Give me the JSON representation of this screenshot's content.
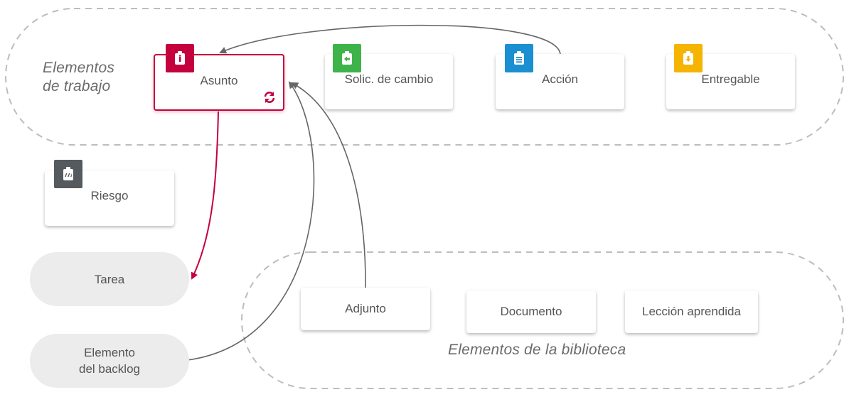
{
  "groups": {
    "work_items_label": "Elementos\nde trabajo",
    "library_label": "Elementos de la biblioteca"
  },
  "work_items": [
    {
      "label": "Asunto",
      "icon": "issue-icon",
      "color": "#c4003d",
      "selected": true
    },
    {
      "label": "Solic. de cambio",
      "icon": "change-request-icon",
      "color": "#3db34a"
    },
    {
      "label": "Acción",
      "icon": "action-icon",
      "color": "#1a8fd1"
    },
    {
      "label": "Entregable",
      "icon": "deliverable-icon",
      "color": "#f5b400"
    }
  ],
  "risk": {
    "label": "Riesgo",
    "icon": "risk-icon",
    "color": "#555a5e"
  },
  "pills": {
    "task": "Tarea",
    "backlog_item": "Elemento\ndel backlog"
  },
  "library_items": [
    {
      "label": "Adjunto"
    },
    {
      "label": "Documento"
    },
    {
      "label": "Lección aprendida"
    }
  ],
  "colors": {
    "accent": "#c4003d",
    "connector": "#666666",
    "group_border": "#bdbdbd",
    "pill_bg": "#ececec"
  }
}
